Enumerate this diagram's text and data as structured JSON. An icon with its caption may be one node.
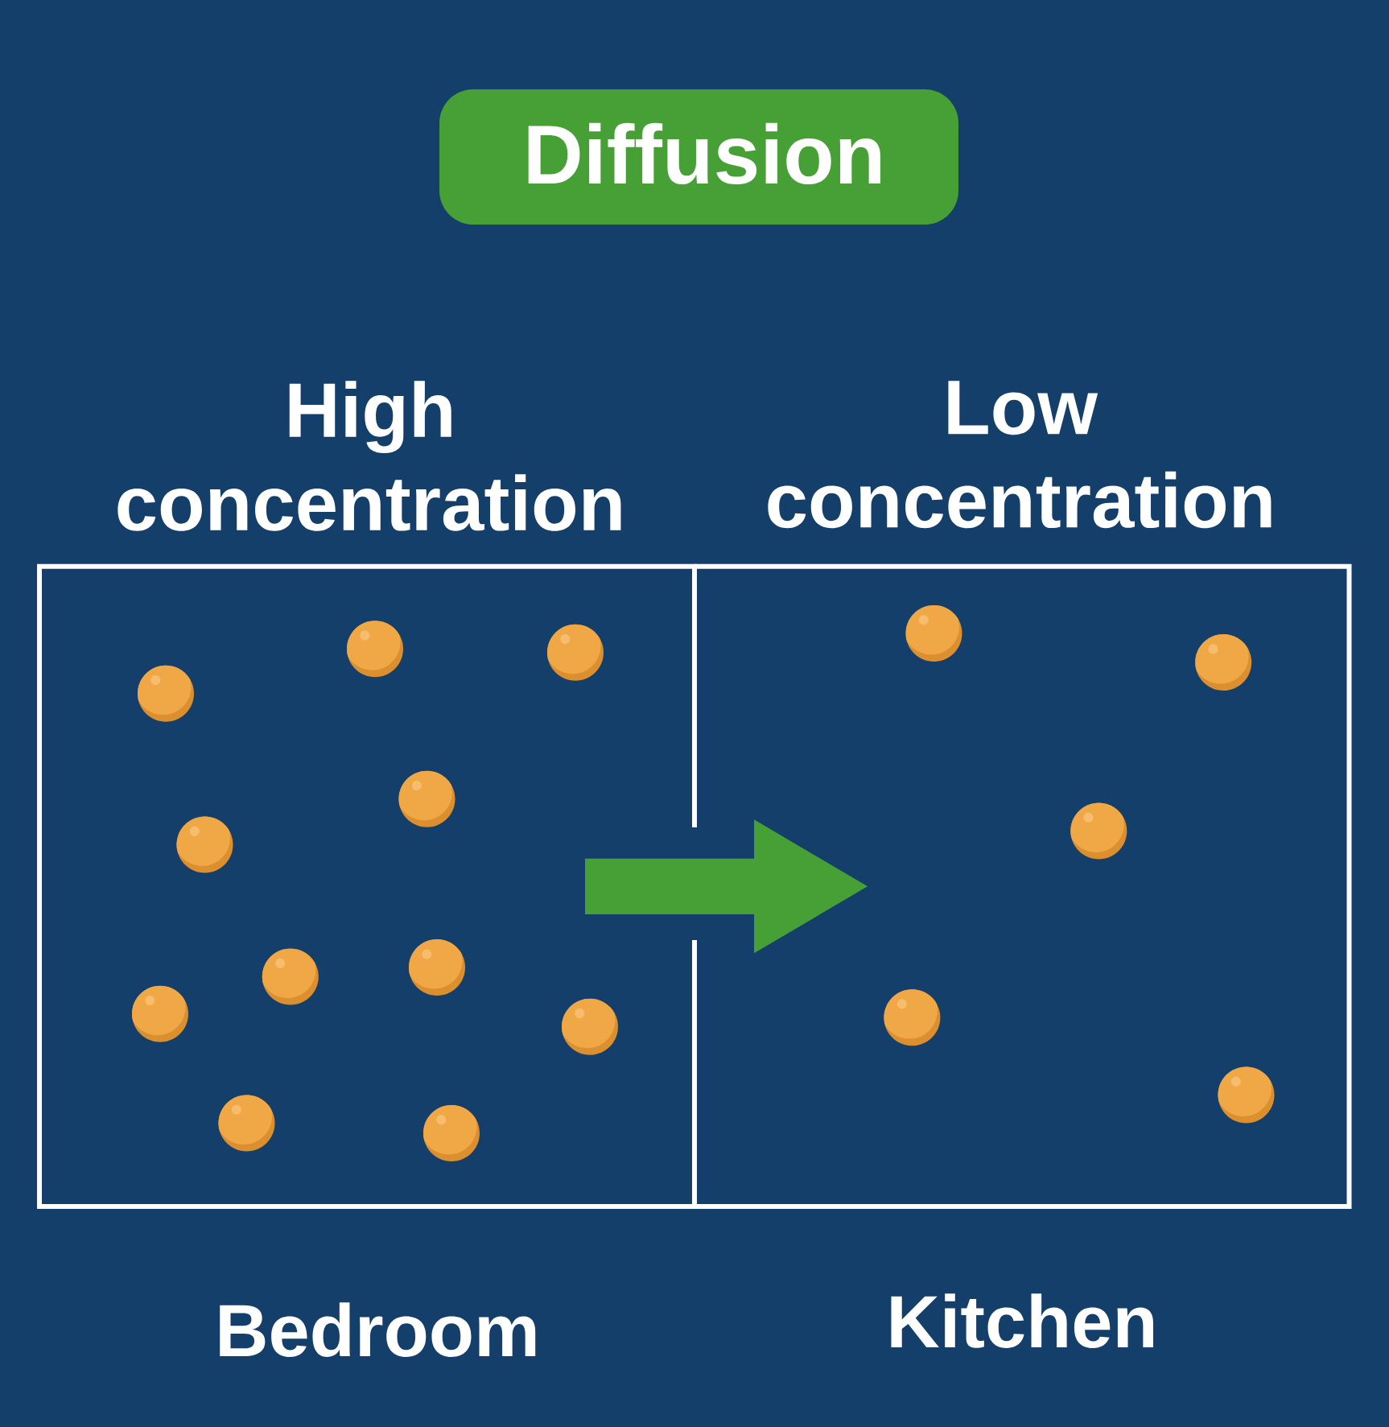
{
  "diagram": {
    "title": "Diffusion",
    "nodes": [
      {
        "text": [
          "High concentration"
        ],
        "beside": [
          "Bedroom"
        ]
      },
      {
        "text": [],
        "shape": "circle",
        "in": 0
      },
      {
        "text": [],
        "shape": "circle",
        "in": 0
      },
      {
        "text": [],
        "shape": "circle",
        "in": 0
      },
      {
        "text": [],
        "shape": "circle",
        "in": 0
      },
      {
        "text": [],
        "shape": "circle",
        "in": 0
      },
      {
        "text": [],
        "shape": "circle",
        "in": 0
      },
      {
        "text": [],
        "shape": "circle",
        "in": 0
      },
      {
        "text": [],
        "shape": "circle",
        "in": 0
      },
      {
        "text": [],
        "shape": "circle",
        "in": 0
      },
      {
        "text": [],
        "shape": "circle",
        "in": 0
      },
      {
        "text": [],
        "shape": "circle",
        "in": 0
      },
      {
        "text": [
          "Low concentration"
        ],
        "beside": [
          "Kitchen"
        ]
      },
      {
        "text": [],
        "shape": "circle",
        "in": 12
      },
      {
        "text": [],
        "shape": "circle",
        "in": 12
      },
      {
        "text": [],
        "shape": "circle",
        "in": 12
      },
      {
        "text": [],
        "shape": "circle",
        "in": 12
      },
      {
        "text": [],
        "shape": "circle",
        "in": 12
      }
    ],
    "edges": [
      {
        "from": 0,
        "to": 12,
        "arrow": "to",
        "style": "thick",
        "color": "#46a035"
      }
    ]
  }
}
